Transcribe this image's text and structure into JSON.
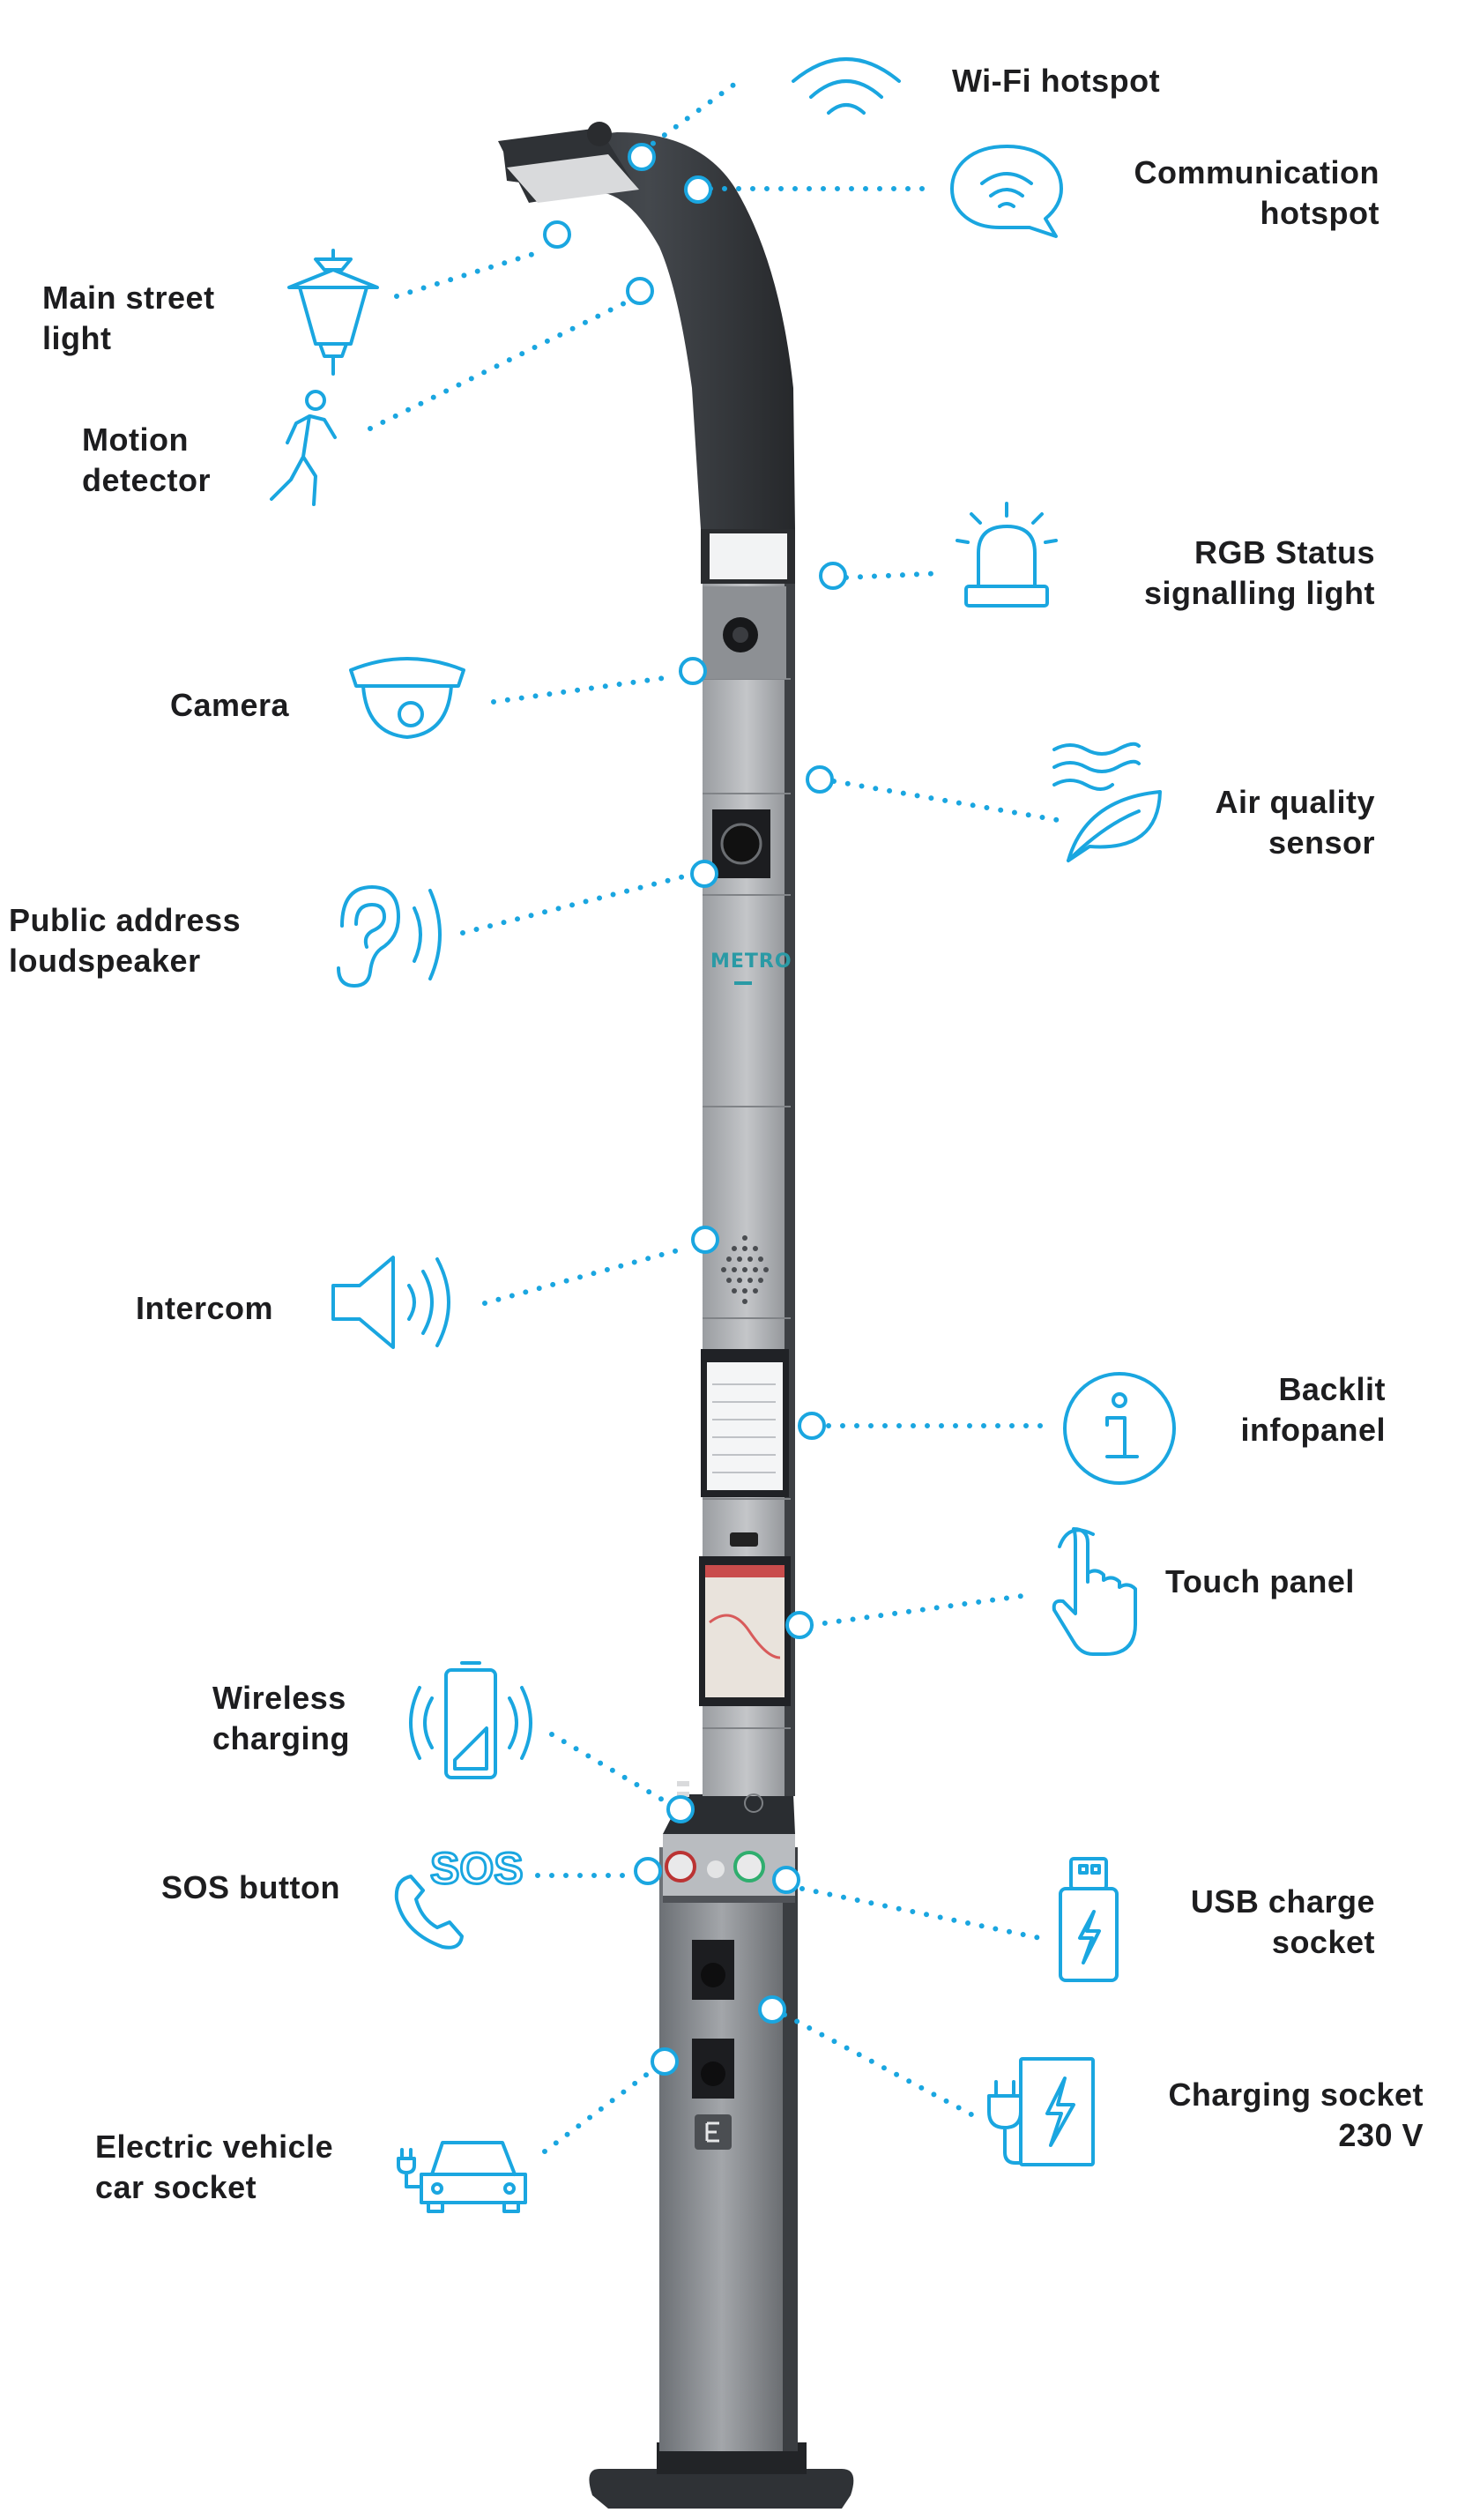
{
  "brand_text": "METRO",
  "accent_color": "#1aa6e0",
  "features": [
    {
      "id": "wifi",
      "lines": [
        "Wi-Fi hotspot"
      ],
      "icon": "wifi-icon"
    },
    {
      "id": "communication",
      "lines": [
        "Communication",
        "hotspot"
      ],
      "icon": "chat-bubble-icon"
    },
    {
      "id": "main-street-light",
      "lines": [
        "Main street",
        "light"
      ],
      "icon": "street-lamp-icon"
    },
    {
      "id": "motion-detector",
      "lines": [
        "Motion",
        "detector"
      ],
      "icon": "walking-person-icon"
    },
    {
      "id": "rgb-status",
      "lines": [
        "RGB Status",
        "signalling light"
      ],
      "icon": "siren-icon"
    },
    {
      "id": "camera",
      "lines": [
        "Camera"
      ],
      "icon": "dome-camera-icon"
    },
    {
      "id": "air-quality",
      "lines": [
        "Air quality",
        "sensor"
      ],
      "icon": "leaf-wind-icon"
    },
    {
      "id": "public-address",
      "lines": [
        "Public address",
        "loudspeaker"
      ],
      "icon": "ear-icon"
    },
    {
      "id": "intercom",
      "lines": [
        "Intercom"
      ],
      "icon": "speaker-icon"
    },
    {
      "id": "backlit-infopanel",
      "lines": [
        "Backlit",
        "infopanel"
      ],
      "icon": "info-icon"
    },
    {
      "id": "touch-panel",
      "lines": [
        "Touch panel"
      ],
      "icon": "pointing-hand-icon"
    },
    {
      "id": "wireless-charging",
      "lines": [
        "Wireless",
        "charging"
      ],
      "icon": "battery-wireless-icon"
    },
    {
      "id": "sos-button",
      "lines": [
        "SOS button"
      ],
      "icon": "sos-phone-icon"
    },
    {
      "id": "usb-charge",
      "lines": [
        "USB charge",
        "socket"
      ],
      "icon": "usb-stick-icon"
    },
    {
      "id": "charging-socket",
      "lines": [
        "Charging socket",
        "230 V"
      ],
      "icon": "plug-bolt-icon"
    },
    {
      "id": "ev-socket",
      "lines": [
        "Electric vehicle",
        "car socket"
      ],
      "icon": "electric-car-icon"
    }
  ]
}
